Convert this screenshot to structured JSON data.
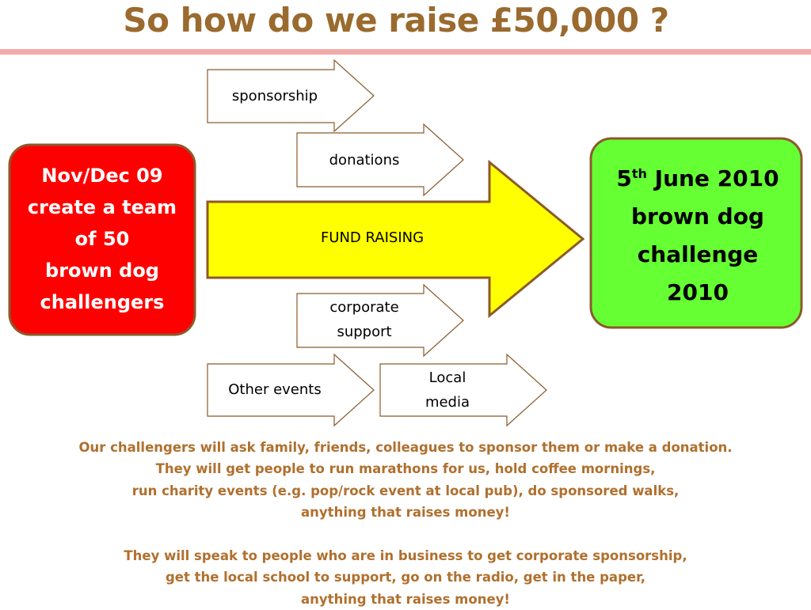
{
  "title": "So how do we raise £50,000 ?",
  "start_box": {
    "lines": [
      "Nov/Dec 09",
      "create a team",
      "of 50",
      "brown dog",
      "challengers"
    ]
  },
  "end_box": {
    "day": "5",
    "day_suffix": "th",
    "line1_rest": "June 2010",
    "lines": [
      "brown dog",
      "challenge",
      "2010"
    ]
  },
  "main_arrow": {
    "label": "FUND RAISING"
  },
  "sources": [
    {
      "lines": [
        "sponsorship"
      ]
    },
    {
      "lines": [
        "donations"
      ]
    },
    {
      "lines": [
        "corporate",
        "support"
      ]
    },
    {
      "lines": [
        "Other events"
      ]
    },
    {
      "lines": [
        "Local",
        "media"
      ]
    }
  ],
  "notes": {
    "paragraph1": [
      "Our challengers will ask family, friends, colleagues to sponsor them or make a donation.",
      "They will get people to run marathons for us, hold coffee mornings,",
      "run charity events (e.g. pop/rock event at local pub), do sponsored walks,",
      "anything that raises money!"
    ],
    "paragraph2": [
      "They will speak to people who are in business to get corporate sponsorship,",
      "get the local school to support, go on the radio, get in the paper,",
      "anything that raises money!"
    ]
  },
  "colors": {
    "title": "#9a6a2e",
    "rule": "#f2aaa8",
    "start_fill": "#ff0000",
    "end_fill": "#66ff33",
    "box_border": "#8b5a2b",
    "main_arrow_fill": "#ffff00",
    "notes_text": "#b0702e"
  }
}
